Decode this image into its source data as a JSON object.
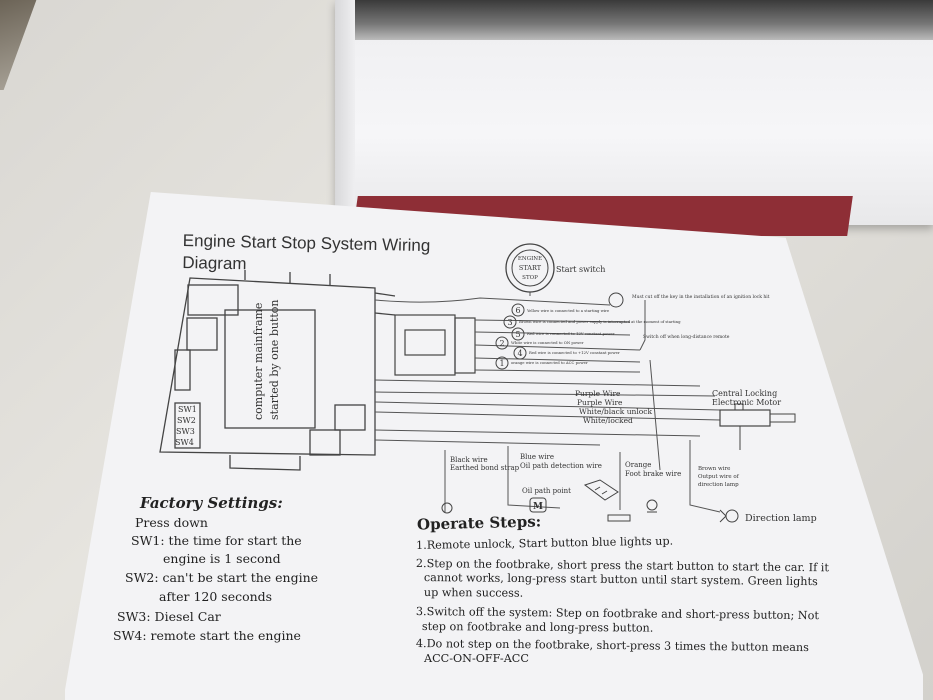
{
  "title": {
    "line1": "Engine Start Stop System Wiring",
    "line2": "Diagram"
  },
  "button": {
    "top": "ENGINE",
    "mid": "START",
    "bot": "STOP",
    "label": "Start switch"
  },
  "mainframe": {
    "line1": "computer mainframe",
    "line2": "started by one button"
  },
  "switches": [
    "SW1",
    "SW2",
    "SW3",
    "SW4"
  ],
  "wire_numbers": [
    "6",
    "3",
    "5",
    "2",
    "4",
    "1"
  ],
  "wire_notes": [
    "Yellow wire is connected to a starting wire",
    "Brown wire is connected and power supply is interrupted at the moment of starting",
    "Red wire is connected to 12V constant power",
    "White wire is connected to ON power",
    "Red wire is connected to +12V constant power",
    "orange wire is connected to ACC power"
  ],
  "key_note": "Must cut off the key in the installation of an ignition lock hit",
  "remote_note": "Switch off when long-distance remote",
  "wire_labels": [
    "Purple Wire",
    "Purple Wire",
    "White/black unlock",
    "White/locked"
  ],
  "motor": {
    "line1": "Central Locking",
    "line2": "Electronic Motor"
  },
  "bottom_labels": {
    "black1": "Black wire",
    "black2": "Earthed bond strap",
    "blue1": "Blue wire",
    "blue2": "Oil path detection wire",
    "oil": "Oil path point",
    "orange1": "Orange",
    "orange2": "Foot brake wire",
    "brown1": "Brown wire",
    "brown2": "Output wire of",
    "brown3": "direction lamp",
    "lamp": "Direction lamp",
    "m": "M"
  },
  "factory": {
    "title": "Factory Settings:",
    "lines": [
      "Press down",
      "SW1: the time for start the",
      "engine is 1 second",
      "SW2: can't be start the engine",
      "after 120 seconds",
      "SW3: Diesel Car",
      "SW4: remote start the engine"
    ]
  },
  "operate": {
    "title": "Operate Steps:",
    "lines": [
      "1.Remote unlock, Start button blue lights up.",
      "2.Step on the footbrake, short press the start button to start the car. If it",
      "cannot  works, long-press start button until start system. Green lights",
      "up when success.",
      "3.Switch off the system: Step on footbrake and short-press button; Not",
      "step on footbrake and long-press button.",
      "4.Do not step on the footbrake, short-press 3 times the button  means",
      "ACC-ON-OFF-ACC"
    ]
  }
}
